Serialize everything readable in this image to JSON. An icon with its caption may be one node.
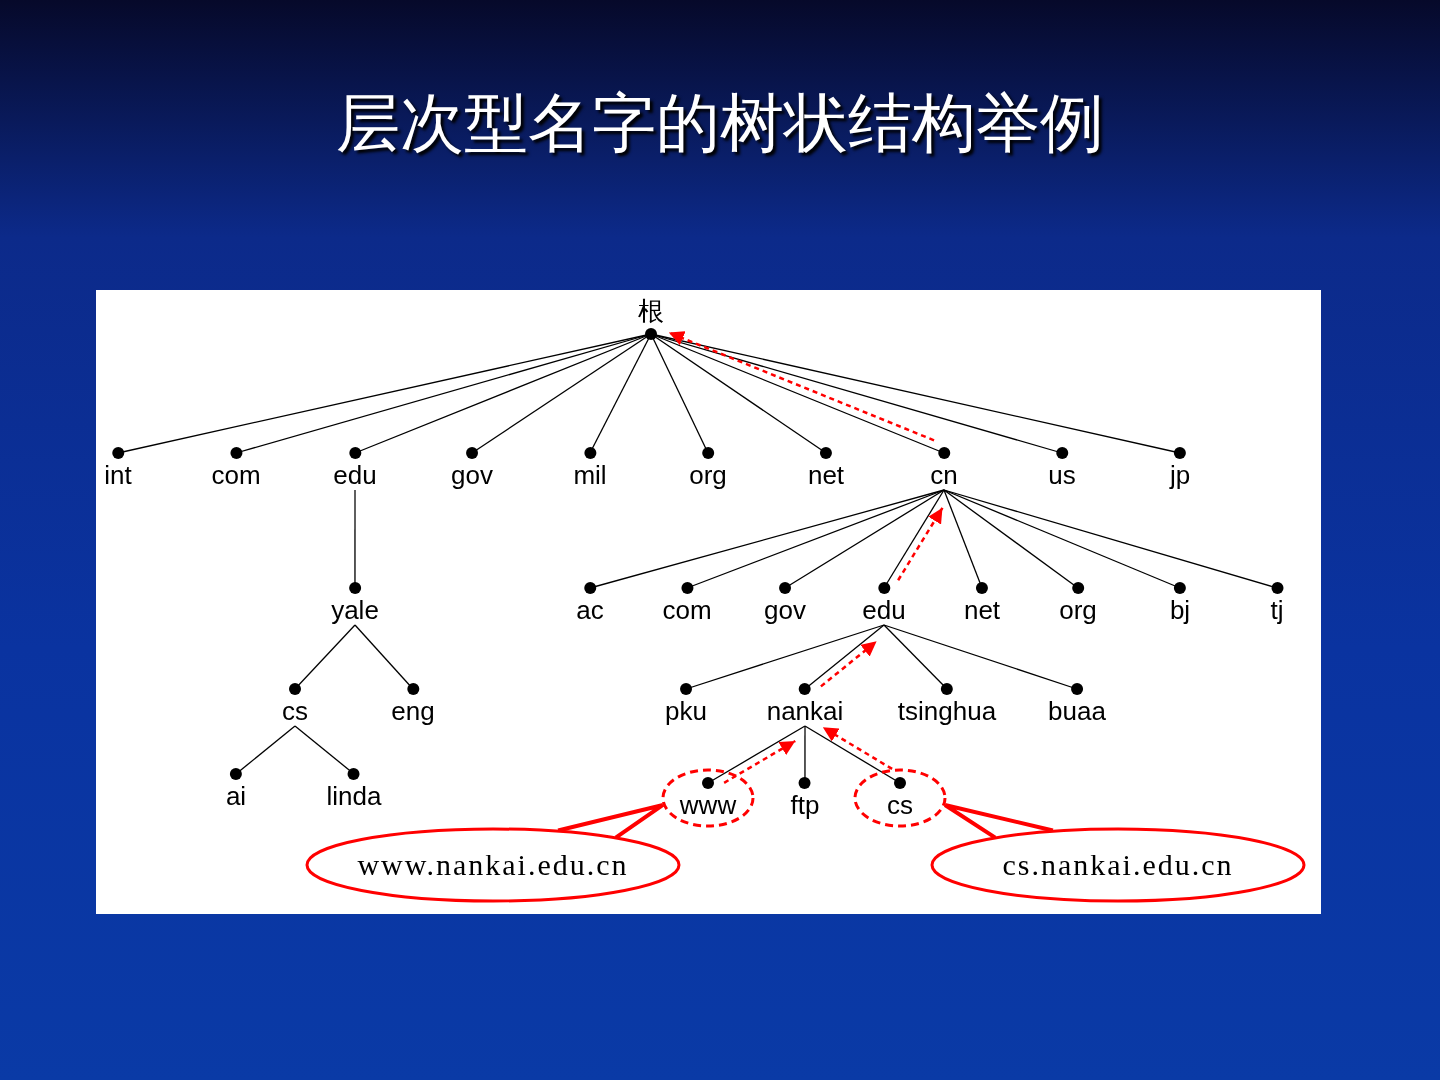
{
  "diagram": {
    "title": "层次型名字的树状结构举例",
    "nodes": [
      {
        "text": [
          "根"
        ]
      },
      {
        "text": [
          "int"
        ]
      },
      {
        "text": [
          "com"
        ]
      },
      {
        "text": [
          "edu"
        ]
      },
      {
        "text": [
          "gov"
        ]
      },
      {
        "text": [
          "mil"
        ]
      },
      {
        "text": [
          "org"
        ]
      },
      {
        "text": [
          "net"
        ]
      },
      {
        "text": [
          "cn"
        ]
      },
      {
        "text": [
          "us"
        ]
      },
      {
        "text": [
          "jp"
        ]
      },
      {
        "text": [
          "yale"
        ]
      },
      {
        "text": [
          "cs"
        ]
      },
      {
        "text": [
          "eng"
        ]
      },
      {
        "text": [
          "ai"
        ]
      },
      {
        "text": [
          "linda"
        ]
      },
      {
        "text": [
          "ac"
        ]
      },
      {
        "text": [
          "com"
        ]
      },
      {
        "text": [
          "gov"
        ]
      },
      {
        "text": [
          "edu"
        ]
      },
      {
        "text": [
          "net"
        ]
      },
      {
        "text": [
          "org"
        ]
      },
      {
        "text": [
          "bj"
        ]
      },
      {
        "text": [
          "tj"
        ]
      },
      {
        "text": [
          "pku"
        ]
      },
      {
        "text": [
          "nankai"
        ]
      },
      {
        "text": [
          "tsinghua"
        ]
      },
      {
        "text": [
          "buaa"
        ]
      },
      {
        "text": [
          "www"
        ]
      },
      {
        "text": [
          "ftp"
        ]
      },
      {
        "text": [
          "cs"
        ]
      },
      {
        "text": [
          "www.nankai.edu.cn"
        ]
      },
      {
        "text": [
          "cs.nankai.edu.cn"
        ]
      }
    ],
    "edges": [
      {
        "from": 0,
        "to": 1,
        "arrow": "none"
      },
      {
        "from": 0,
        "to": 2,
        "arrow": "none"
      },
      {
        "from": 0,
        "to": 3,
        "arrow": "none"
      },
      {
        "from": 0,
        "to": 4,
        "arrow": "none"
      },
      {
        "from": 0,
        "to": 5,
        "arrow": "none"
      },
      {
        "from": 0,
        "to": 6,
        "arrow": "none"
      },
      {
        "from": 0,
        "to": 7,
        "arrow": "none"
      },
      {
        "from": 0,
        "to": 8,
        "arrow": "none"
      },
      {
        "from": 0,
        "to": 9,
        "arrow": "none"
      },
      {
        "from": 0,
        "to": 10,
        "arrow": "none"
      },
      {
        "from": 3,
        "to": 11,
        "arrow": "none"
      },
      {
        "from": 11,
        "to": 12,
        "arrow": "none"
      },
      {
        "from": 11,
        "to": 13,
        "arrow": "none"
      },
      {
        "from": 12,
        "to": 14,
        "arrow": "none"
      },
      {
        "from": 12,
        "to": 15,
        "arrow": "none"
      },
      {
        "from": 8,
        "to": 16,
        "arrow": "none"
      },
      {
        "from": 8,
        "to": 17,
        "arrow": "none"
      },
      {
        "from": 8,
        "to": 18,
        "arrow": "none"
      },
      {
        "from": 8,
        "to": 19,
        "arrow": "none"
      },
      {
        "from": 8,
        "to": 20,
        "arrow": "none"
      },
      {
        "from": 8,
        "to": 21,
        "arrow": "none"
      },
      {
        "from": 8,
        "to": 22,
        "arrow": "none"
      },
      {
        "from": 8,
        "to": 23,
        "arrow": "none"
      },
      {
        "from": 19,
        "to": 24,
        "arrow": "none"
      },
      {
        "from": 19,
        "to": 25,
        "arrow": "none"
      },
      {
        "from": 19,
        "to": 26,
        "arrow": "none"
      },
      {
        "from": 19,
        "to": 27,
        "arrow": "none"
      },
      {
        "from": 25,
        "to": 28,
        "arrow": "none"
      },
      {
        "from": 25,
        "to": 29,
        "arrow": "none"
      },
      {
        "from": 25,
        "to": 30,
        "arrow": "none"
      },
      {
        "from": 8,
        "to": 0,
        "arrow": "to",
        "style": "dashed",
        "color": "#ff0000"
      },
      {
        "from": 19,
        "to": 8,
        "arrow": "to",
        "style": "dashed",
        "color": "#ff0000"
      },
      {
        "from": 25,
        "to": 19,
        "arrow": "to",
        "style": "dashed",
        "color": "#ff0000"
      },
      {
        "from": 28,
        "to": 25,
        "arrow": "to",
        "style": "dashed",
        "color": "#ff0000"
      },
      {
        "from": 30,
        "to": 25,
        "arrow": "to",
        "style": "dashed",
        "color": "#ff0000"
      },
      {
        "from": 31,
        "to": 28,
        "arrow": "none",
        "style": "thick",
        "color": "#ff0000"
      },
      {
        "from": 32,
        "to": 30,
        "arrow": "none",
        "style": "thick",
        "color": "#ff0000"
      }
    ]
  }
}
